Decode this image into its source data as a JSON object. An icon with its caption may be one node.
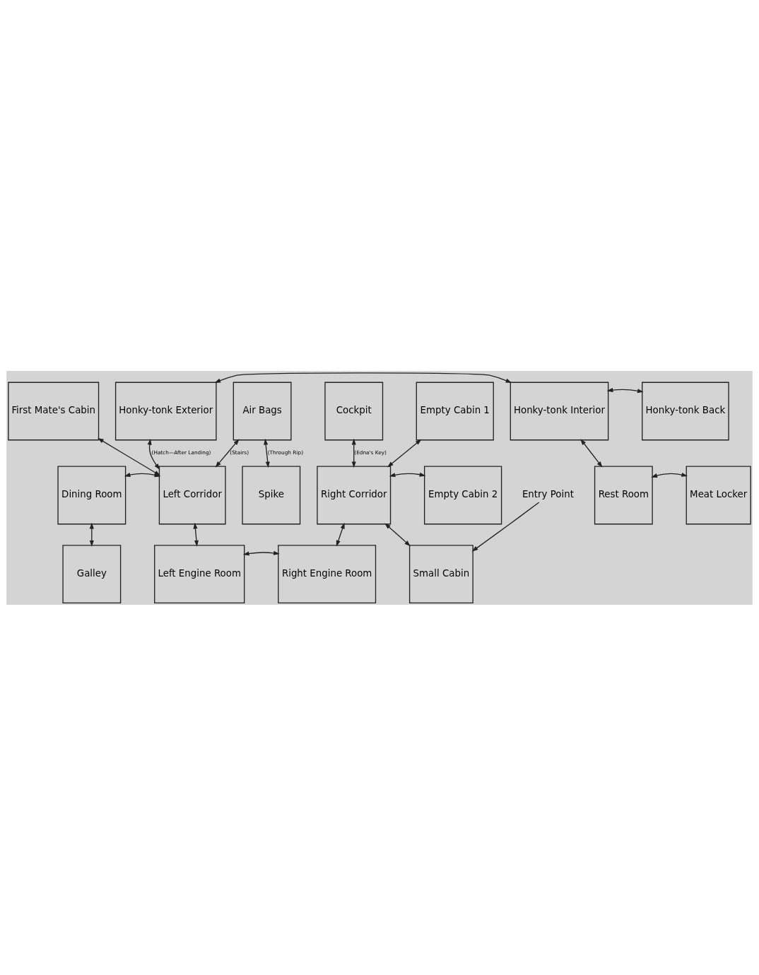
{
  "diagram": {
    "nodes": [
      {
        "text": [
          "Spike"
        ]
      },
      {
        "text": [
          "First Mate's Cabin"
        ]
      },
      {
        "text": [
          "Air Bags"
        ]
      },
      {
        "text": [
          "Cockpit"
        ]
      },
      {
        "text": [
          "Empty Cabin 1"
        ]
      },
      {
        "text": [
          "Dining Room"
        ]
      },
      {
        "text": [
          "Left Corridor"
        ]
      },
      {
        "text": [
          "Right Corridor"
        ]
      },
      {
        "text": [
          "Empty Cabin 2"
        ]
      },
      {
        "text": [
          "Entry Point"
        ]
      },
      {
        "text": [
          "Galley"
        ]
      },
      {
        "text": [
          "Left Engine Room"
        ]
      },
      {
        "text": [
          "Right Engine Room"
        ]
      },
      {
        "text": [
          "Small Cabin"
        ]
      },
      {
        "text": [
          "Honky-tonk Exterior"
        ]
      },
      {
        "text": [
          "Honky-tonk Interior"
        ]
      },
      {
        "text": [
          "Honky-tonk Back"
        ]
      },
      {
        "text": [
          "Rest Room"
        ]
      },
      {
        "text": [
          "Meat Locker"
        ]
      }
    ],
    "edges": [
      {
        "from": 2,
        "to": 0,
        "arrow": "both",
        "label": "(Through Rip)"
      },
      {
        "from": 1,
        "to": 6,
        "arrow": "both"
      },
      {
        "from": 2,
        "to": 6,
        "arrow": "both",
        "label": "(Stairs)"
      },
      {
        "from": 3,
        "to": 7,
        "arrow": "both",
        "label": "(Edna's Key)"
      },
      {
        "from": 4,
        "to": 7,
        "arrow": "both"
      },
      {
        "from": 5,
        "to": 6,
        "arrow": "both"
      },
      {
        "from": 7,
        "to": 8,
        "arrow": "both"
      },
      {
        "from": 5,
        "to": 10,
        "arrow": "both"
      },
      {
        "from": 6,
        "to": 11,
        "arrow": "both"
      },
      {
        "from": 7,
        "to": 12,
        "arrow": "both"
      },
      {
        "from": 7,
        "to": 13,
        "arrow": "both"
      },
      {
        "from": 9,
        "to": 13,
        "arrow": "to"
      },
      {
        "from": 11,
        "to": 12,
        "arrow": "both"
      },
      {
        "from": 14,
        "to": 6,
        "arrow": "both",
        "label": "(Hatch—After Landing)"
      },
      {
        "from": 14,
        "to": 15,
        "arrow": "both"
      },
      {
        "from": 15,
        "to": 16,
        "arrow": "both"
      },
      {
        "from": 15,
        "to": 17,
        "arrow": "both"
      },
      {
        "from": 17,
        "to": 18,
        "arrow": "both"
      }
    ]
  }
}
